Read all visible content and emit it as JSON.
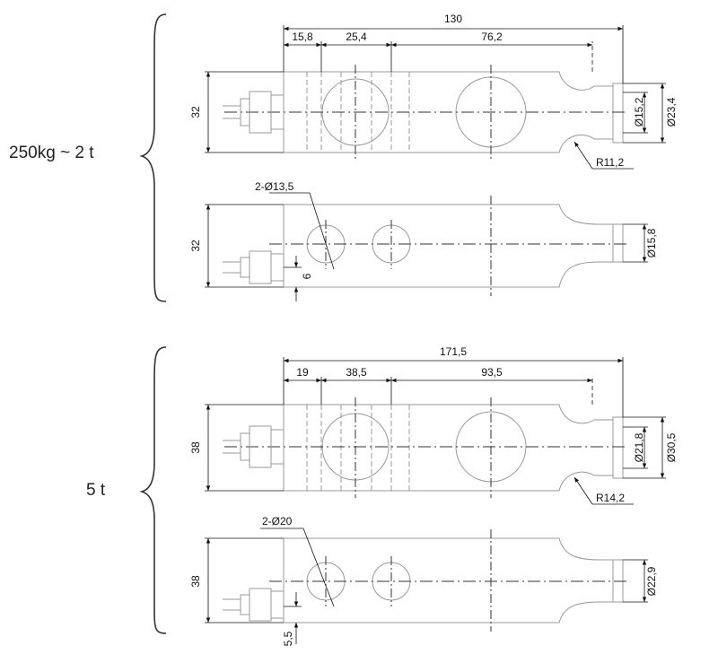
{
  "groups": [
    {
      "label": "250kg ~ 2 t",
      "top_view": {
        "overall_length": "130",
        "seg1": "15,8",
        "seg2": "25,4",
        "seg3": "76,2",
        "height": "32",
        "dia_inner": "Ø15,2",
        "dia_outer": "Ø23,4",
        "radius": "R11,2"
      },
      "side_view": {
        "holes": "2-Ø13,5",
        "height": "32",
        "offset": "6",
        "dia_end": "Ø15,8"
      }
    },
    {
      "label": "5 t",
      "top_view": {
        "overall_length": "171,5",
        "seg1": "19",
        "seg2": "38,5",
        "seg3": "93,5",
        "height": "38",
        "dia_inner": "Ø21,8",
        "dia_outer": "Ø30,5",
        "radius": "R14,2"
      },
      "side_view": {
        "holes": "2-Ø20",
        "height": "38",
        "offset": "5,5",
        "dia_end": "Ø22,9"
      }
    }
  ]
}
